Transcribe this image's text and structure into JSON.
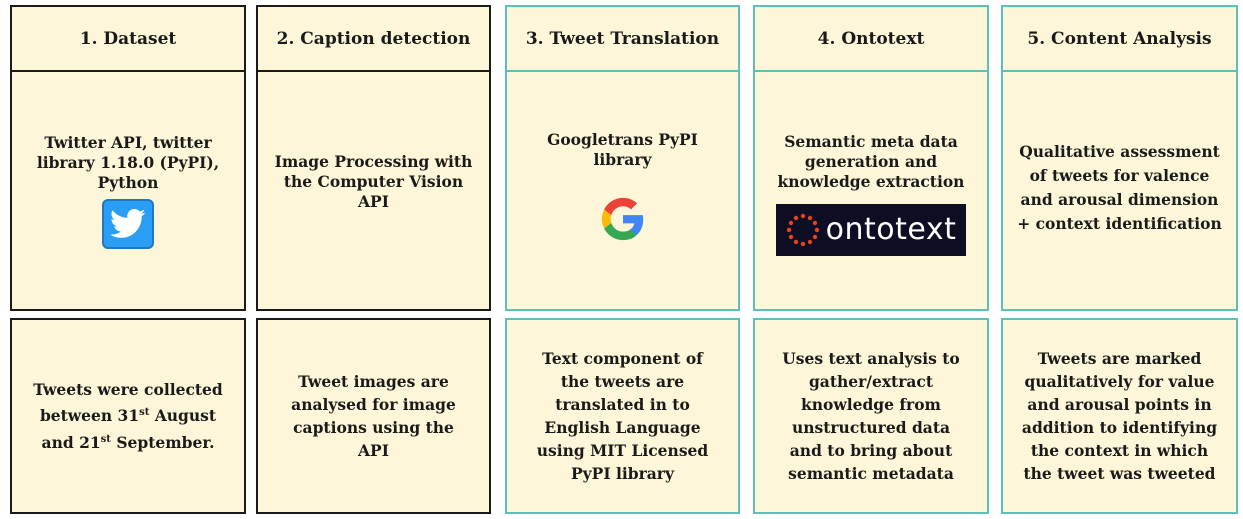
{
  "columns": [
    {
      "header": "1. Dataset",
      "tool_lines": [
        "Twitter API, twitter",
        "library 1.18.0 (PyPI),",
        "Python"
      ],
      "tool_icon": "twitter-icon",
      "desc_lines": [
        "Tweets were collected",
        "between 31",
        "August",
        "and 21",
        "September."
      ],
      "desc_sup": [
        "st",
        "st"
      ]
    },
    {
      "header": "2. Caption detection",
      "tool_lines": [
        "Image Processing with",
        "the Computer Vision",
        "API"
      ],
      "desc_lines": [
        "Tweet images are",
        "analysed for image",
        "captions using the",
        "API"
      ]
    },
    {
      "header": "3. Tweet Translation",
      "tool_lines": [
        "Googletrans PyPI",
        "library"
      ],
      "tool_icon": "google-icon",
      "desc_lines": [
        "Text component of",
        "the tweets are",
        "translated in to",
        "English Language",
        "using MIT Licensed",
        "PyPI library"
      ]
    },
    {
      "header": "4. Ontotext",
      "tool_lines": [
        "Semantic meta data",
        "generation and",
        "knowledge extraction"
      ],
      "tool_icon": "ontotext-logo",
      "logo_text": "ontotext",
      "desc_lines": [
        "Uses text analysis to",
        "gather/extract",
        "knowledge from",
        "unstructured data",
        "and to bring about",
        "semantic metadata"
      ]
    },
    {
      "header": "5. Content Analysis",
      "tool_lines": [
        "Qualitative assessment",
        "of tweets for valence",
        "and arousal dimension",
        "+ context identification"
      ],
      "desc_lines": [
        "Tweets are marked",
        "qualitatively for value",
        "and arousal points in",
        "addition to identifying",
        "the context in which",
        "the tweet was tweeted"
      ]
    }
  ],
  "colors": {
    "card_fill": "#fdf6d8",
    "border_dark": "#1a1a1a",
    "border_teal": "#5cc0bb",
    "twitter_blue": "#2a9df4",
    "ontotext_bg": "#0d0d24",
    "ontotext_dots": "#e8431b"
  }
}
